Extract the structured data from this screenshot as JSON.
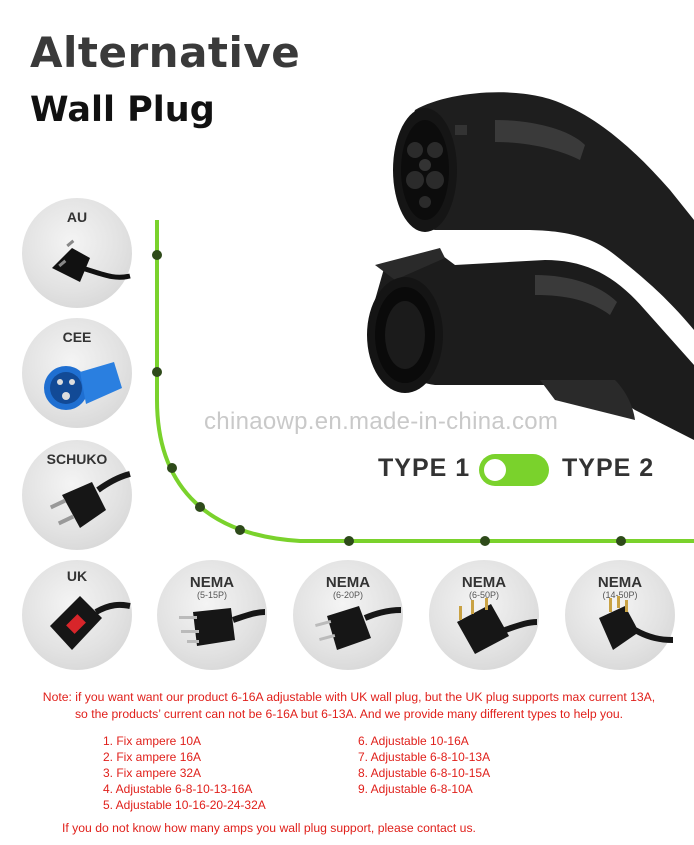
{
  "header": {
    "title": "Alternative",
    "subtitle": "Wall Plug"
  },
  "plugs": {
    "au": {
      "label": "AU"
    },
    "cee": {
      "label": "CEE"
    },
    "schuko": {
      "label": "SCHUKO"
    },
    "uk": {
      "label": "UK"
    },
    "nema1": {
      "label": "NEMA",
      "sub": "(5-15P)"
    },
    "nema2": {
      "label": "NEMA",
      "sub": "(6-20P)"
    },
    "nema3": {
      "label": "NEMA",
      "sub": "(6-50P)"
    },
    "nema4": {
      "label": "NEMA",
      "sub": "(14-50P)"
    }
  },
  "watermark": "chinaowp.en.made-in-china.com",
  "switch": {
    "left": "TYPE 1",
    "right": "TYPE 2"
  },
  "note": {
    "line1": "Note:  if you want want our product 6-16A adjustable with UK wall plug, but the UK plug supports max current 13A,",
    "line2": "so the products’ current can not be 6-16A but 6-13A. And we provide many different types to help you."
  },
  "options_left": [
    "1. Fix ampere  10A",
    "2. Fix ampere 16A",
    "3. Fix ampere 32A",
    "4. Adjustable 6-8-10-13-16A",
    "5. Adjustable 10-16-20-24-32A"
  ],
  "options_right": [
    "6. Adjustable 10-16A",
    "7. Adjustable 6-8-10-13A",
    "8. Adjustable 6-8-10-15A",
    "9. Adjustable 6-8-10A"
  ],
  "footer": "If you do not know how many amps you wall plug support, please contact us.",
  "colors": {
    "accent_green": "#7ad22c",
    "note_red": "#e0201b",
    "dot_dark": "#2e4a1a"
  }
}
